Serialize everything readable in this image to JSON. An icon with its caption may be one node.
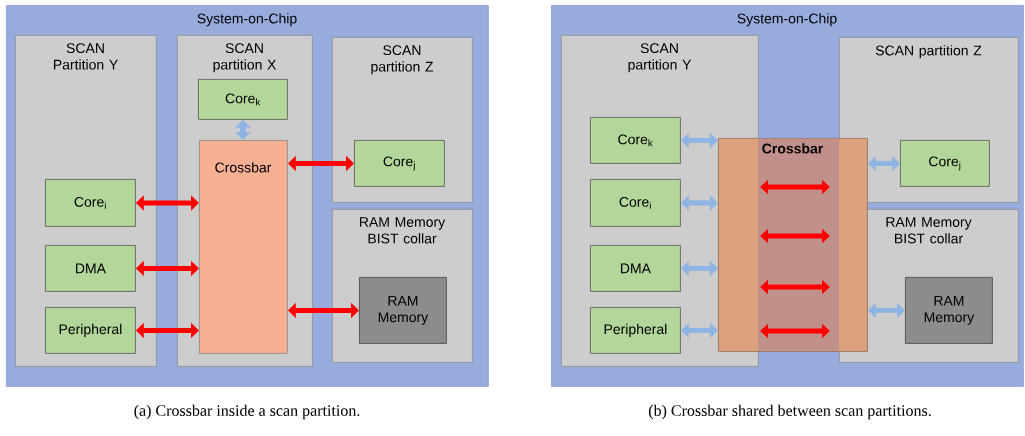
{
  "diagram": {
    "nodes": [
      {
        "text": [
          "System-on-Chip"
        ]
      },
      {
        "text": [
          "SCAN Partition Y"
        ],
        "in": 0
      },
      {
        "text": [
          "SCAN partition X"
        ],
        "in": 0
      },
      {
        "text": [
          "SCAN partition Z"
        ],
        "in": 0
      },
      {
        "text": [
          "RAM Memory BIST collar"
        ],
        "in": 0
      },
      {
        "text": [
          "Core$_{i}$"
        ],
        "in": 1
      },
      {
        "text": [
          "DMA"
        ],
        "in": 1
      },
      {
        "text": [
          "Peripheral"
        ],
        "in": 1
      },
      {
        "text": [
          "Core$_{k}$"
        ],
        "in": 2
      },
      {
        "text": [
          "Crossbar"
        ],
        "in": 2
      },
      {
        "text": [
          "Core$_{j}$"
        ],
        "in": 3
      },
      {
        "text": [
          "RAM Memory"
        ],
        "in": 4
      },
      {
        "text": [
          "System-on-Chip"
        ]
      },
      {
        "text": [
          "SCAN partition Y"
        ],
        "in": 12
      },
      {
        "text": [
          "SCAN partition Z"
        ],
        "in": 12
      },
      {
        "text": [
          "RAM Memory BIST collar"
        ],
        "in": 12
      },
      {
        "text": [
          "Core$_{k}$"
        ],
        "in": 13
      },
      {
        "text": [
          "Core$_{i}$"
        ],
        "in": 13
      },
      {
        "text": [
          "DMA"
        ],
        "in": 13
      },
      {
        "text": [
          "Peripheral"
        ],
        "in": 13
      },
      {
        "text": [
          "Crossbar"
        ],
        "in": 12
      },
      {
        "text": [
          "Core$_{j}$"
        ],
        "in": 14
      },
      {
        "text": [
          "RAM Memory"
        ],
        "in": 15
      }
    ],
    "edges": [
      {
        "from": 5,
        "to": 9,
        "arrow": "both",
        "color": "#ff0000"
      },
      {
        "from": 6,
        "to": 9,
        "arrow": "both",
        "color": "#ff0000"
      },
      {
        "from": 7,
        "to": 9,
        "arrow": "both",
        "color": "#ff0000"
      },
      {
        "from": 8,
        "to": 9,
        "arrow": "both"
      },
      {
        "from": 9,
        "to": 10,
        "arrow": "both",
        "color": "#ff0000"
      },
      {
        "from": 9,
        "to": 11,
        "arrow": "both",
        "color": "#ff0000"
      },
      {
        "from": 16,
        "to": 20,
        "arrow": "both"
      },
      {
        "from": 17,
        "to": 20,
        "arrow": "both"
      },
      {
        "from": 18,
        "to": 20,
        "arrow": "both"
      },
      {
        "from": 19,
        "to": 20,
        "arrow": "both"
      },
      {
        "from": 20,
        "to": 21,
        "arrow": "both"
      },
      {
        "from": 20,
        "to": 22,
        "arrow": "both"
      }
    ],
    "labels": [
      "(a) Crossbar inside a scan partition.",
      "(b) Crossbar shared between scan partitions."
    ]
  }
}
